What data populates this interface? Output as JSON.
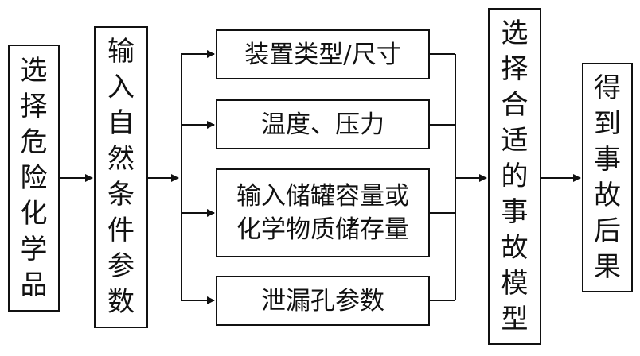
{
  "diagram": {
    "select_chemical": "选择危险化学品",
    "input_natural_params": "输入自然条件参数",
    "params": {
      "device": "装置类型/尺寸",
      "temp_pressure": "温度、压力",
      "storage_line1": "输入储罐容量或",
      "storage_line2": "化学物质储存量",
      "leak": "泄漏孔参数"
    },
    "select_model": "选择合适的事故模型",
    "get_consequence": "得到事故后果"
  }
}
